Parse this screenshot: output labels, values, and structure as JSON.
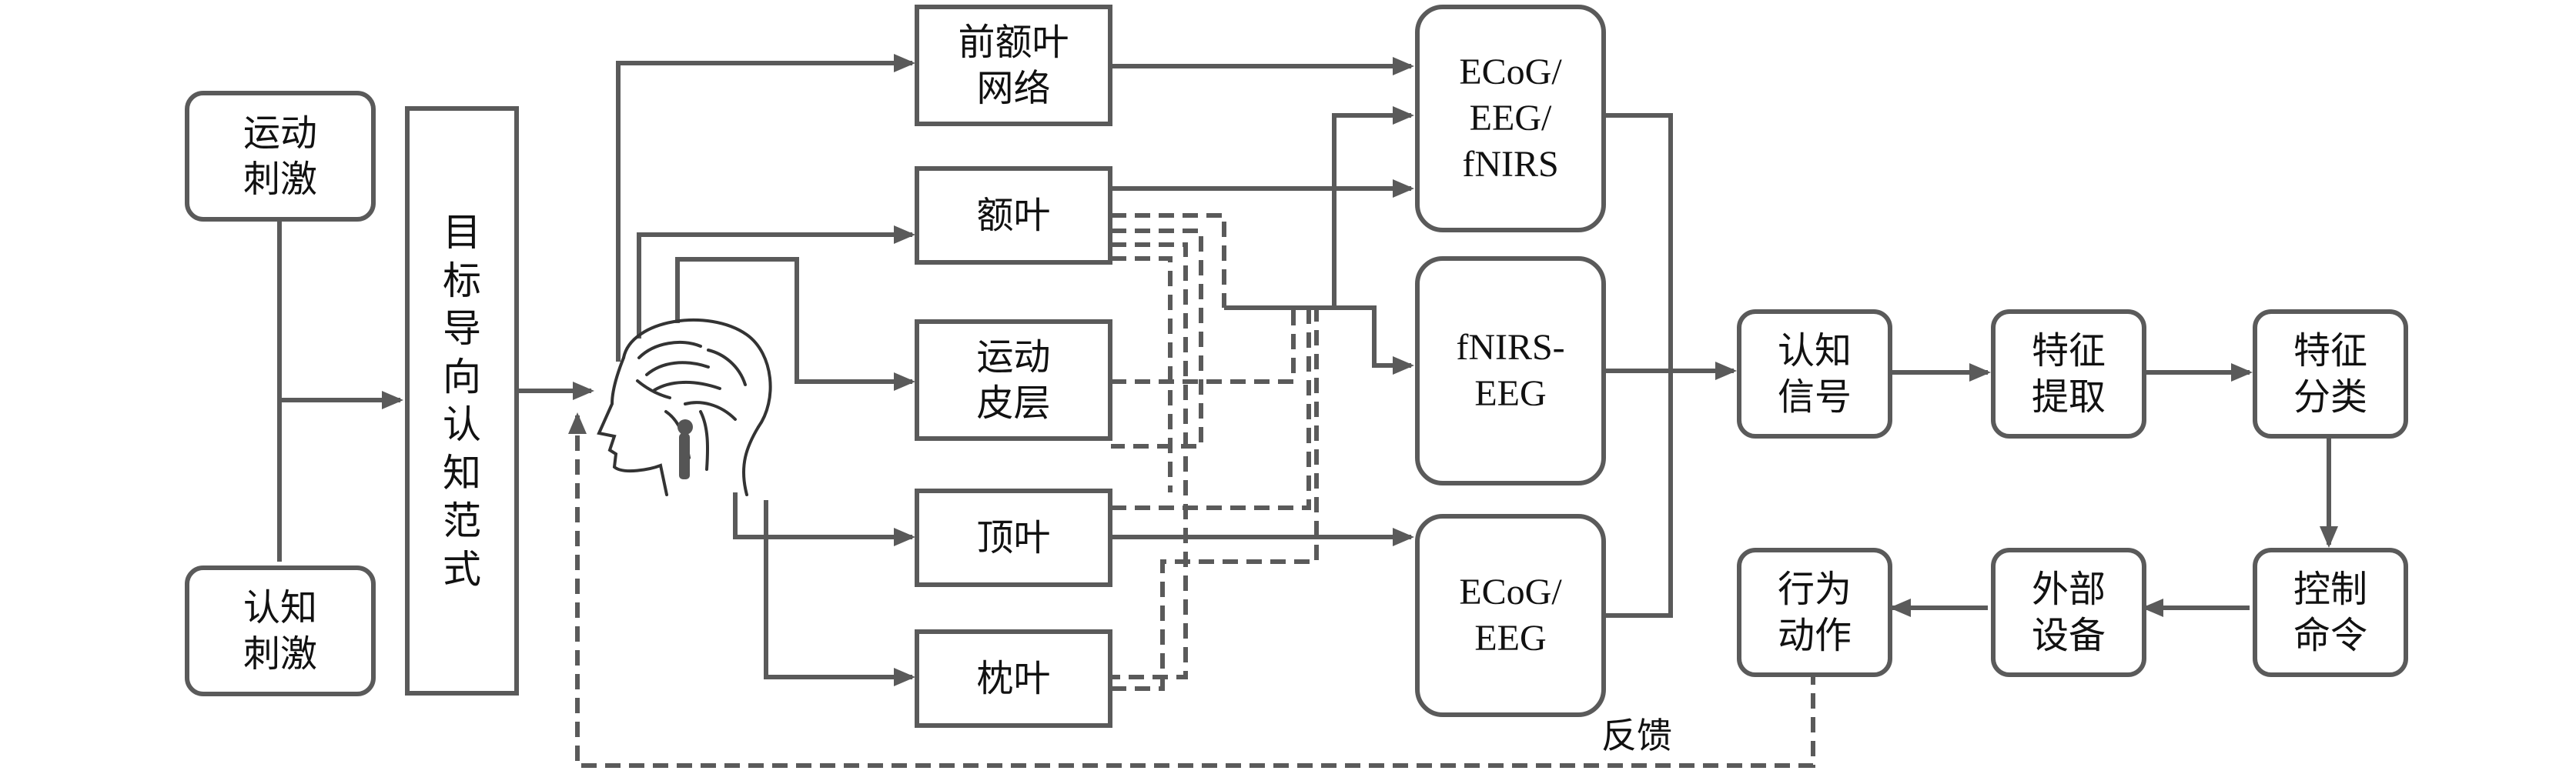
{
  "stimuli": {
    "motor": [
      "运动",
      "刺激"
    ],
    "cognitive": [
      "认知",
      "刺激"
    ]
  },
  "paradigm": {
    "chars": [
      "目",
      "标",
      "导",
      "向",
      "认",
      "知",
      "范",
      "式"
    ]
  },
  "regions": {
    "prefrontal": [
      "前额叶",
      "网络"
    ],
    "frontal": [
      "额叶"
    ],
    "motor_cortex": [
      "运动",
      "皮层"
    ],
    "parietal": [
      "顶叶"
    ],
    "occipital": [
      "枕叶"
    ]
  },
  "modalities": {
    "top": [
      "ECoG/",
      "EEG/",
      "fNIRS"
    ],
    "middle": [
      "fNIRS-",
      "EEG"
    ],
    "bottom": [
      "ECoG/",
      "EEG"
    ]
  },
  "pipeline": {
    "signal": [
      "认知",
      "信号"
    ],
    "extraction": [
      "特征",
      "提取"
    ],
    "classification": [
      "特征",
      "分类"
    ],
    "command": [
      "控制",
      "命令"
    ],
    "device": [
      "外部",
      "设备"
    ],
    "action": [
      "行为",
      "动作"
    ]
  },
  "feedback_label": "反馈",
  "colors": {
    "line": "#5a5a5a",
    "text": "#111111"
  }
}
